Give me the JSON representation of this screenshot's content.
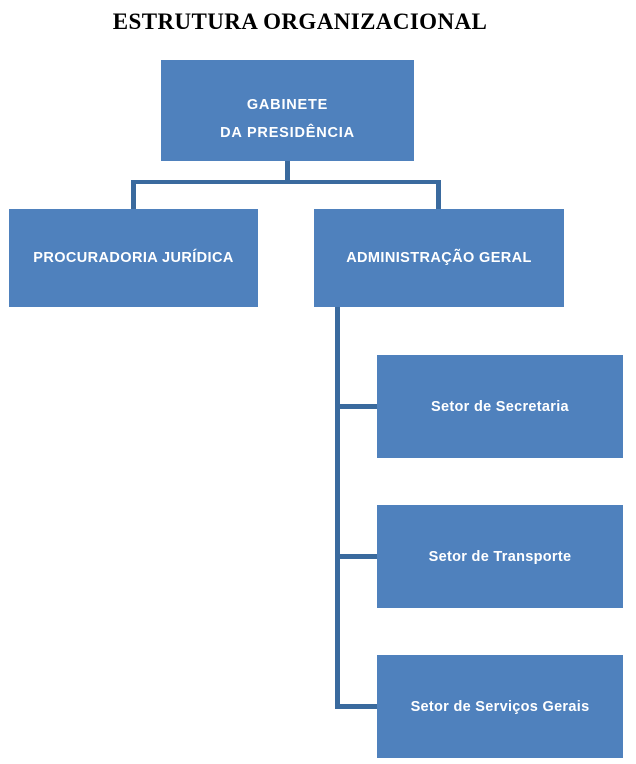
{
  "title": "ESTRUTURA ORGANIZACIONAL",
  "colors": {
    "box_fill": "#4F81BD",
    "connector": "#3A6A9E",
    "box_text": "#FFFFFF",
    "title_text": "#000000",
    "background": "#FFFFFF"
  },
  "chart_data": {
    "type": "diagram",
    "subtype": "organizational-chart",
    "title": "ESTRUTURA ORGANIZACIONAL",
    "orientation": "top-down-with-vertical-branch",
    "levels": 3,
    "nodes": [
      {
        "id": "gabinete",
        "level": 1,
        "lines": [
          "GABINETE",
          "DA PRESIDÊNCIA"
        ],
        "text": "GABINETE DA PRESIDÊNCIA",
        "case": "upper",
        "parent": null
      },
      {
        "id": "procuradoria",
        "level": 2,
        "lines": [
          "PROCURADORIA JURÍDICA"
        ],
        "text": "PROCURADORIA JURÍDICA",
        "case": "upper",
        "parent": "gabinete"
      },
      {
        "id": "administracao",
        "level": 2,
        "lines": [
          "ADMINISTRAÇÃO GERAL"
        ],
        "text": "ADMINISTRAÇÃO GERAL",
        "case": "upper",
        "parent": "gabinete"
      },
      {
        "id": "secretaria",
        "level": 3,
        "lines": [
          "Setor de Secretaria"
        ],
        "text": "Setor de Secretaria",
        "case": "title",
        "parent": "administracao"
      },
      {
        "id": "transporte",
        "level": 3,
        "lines": [
          "Setor de Transporte"
        ],
        "text": "Setor de Transporte",
        "case": "title",
        "parent": "administracao"
      },
      {
        "id": "servicos",
        "level": 3,
        "lines": [
          "Setor de Serviços Gerais"
        ],
        "text": "Setor de Serviços Gerais",
        "case": "title",
        "parent": "administracao"
      }
    ],
    "edges": [
      {
        "from": "gabinete",
        "to": "procuradoria",
        "style": "elbow"
      },
      {
        "from": "gabinete",
        "to": "administracao",
        "style": "elbow"
      },
      {
        "from": "administracao",
        "to": "secretaria",
        "style": "side-branch"
      },
      {
        "from": "administracao",
        "to": "transporte",
        "style": "side-branch"
      },
      {
        "from": "administracao",
        "to": "servicos",
        "style": "side-branch"
      }
    ]
  },
  "nodes": {
    "gabinete": {
      "line1": "GABINETE",
      "line2": "DA PRESIDÊNCIA"
    },
    "procuradoria": {
      "label": "PROCURADORIA JURÍDICA"
    },
    "administracao": {
      "label": "ADMINISTRAÇÃO GERAL"
    },
    "secretaria": {
      "label": "Setor de Secretaria"
    },
    "transporte": {
      "label": "Setor de Transporte"
    },
    "servicos": {
      "label": "Setor de Serviços Gerais"
    }
  }
}
